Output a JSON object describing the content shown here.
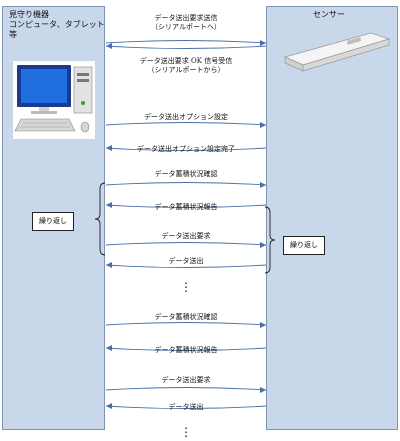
{
  "left_lane": {
    "title_line1": "見守り機器",
    "title_line2": "コンピュータ、タブレット",
    "title_line3": "等"
  },
  "right_lane": {
    "title": "センサー"
  },
  "repeat_left": "繰り返し",
  "repeat_right": "繰り返し",
  "messages": [
    {
      "line1": "データ送出要求送信",
      "line2": "（シリアルポートへ）"
    },
    {
      "line1": "データ送出要求 OK 信号受信",
      "line2": "（シリアルポートから）"
    },
    {
      "line1": "データ送出オプション設定"
    },
    {
      "line1": "データ送出オプション設定完了"
    },
    {
      "line1": "データ蓄積状況確認"
    },
    {
      "line1": "データ蓄積状況報告"
    },
    {
      "line1": "データ送出要求"
    },
    {
      "line1": "データ送出"
    },
    {
      "line1": "データ蓄積状況確認"
    },
    {
      "line1": "データ蓄積状況報告"
    },
    {
      "line1": "データ送出要求"
    },
    {
      "line1": "データ送出"
    }
  ],
  "ellipsis_mid": "⋮",
  "ellipsis_bottom": "⋮"
}
